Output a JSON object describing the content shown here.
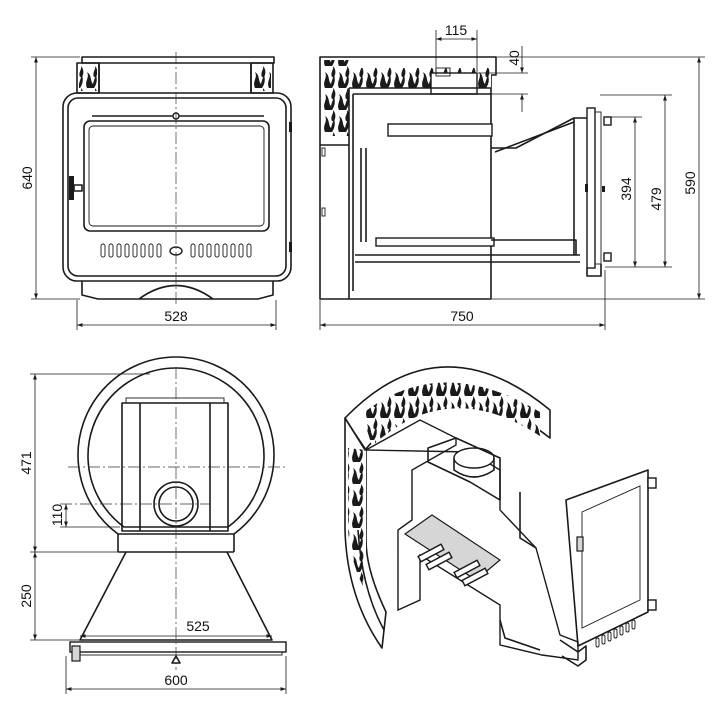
{
  "dimensions": {
    "front_width": "528",
    "front_height": "640",
    "side_length": "750",
    "side_height": "590",
    "side_door_outer": "479",
    "side_door_inner": "394",
    "flue_width": "115",
    "flue_height": "40",
    "top_width": "600",
    "top_inner_width": "525",
    "top_round_depth": "471",
    "top_tunnel_depth": "250",
    "top_flue_offset": "110"
  },
  "colors": {
    "line": "#1a1a1a",
    "background": "#ffffff",
    "panel_grey": "#d6d6d6"
  }
}
